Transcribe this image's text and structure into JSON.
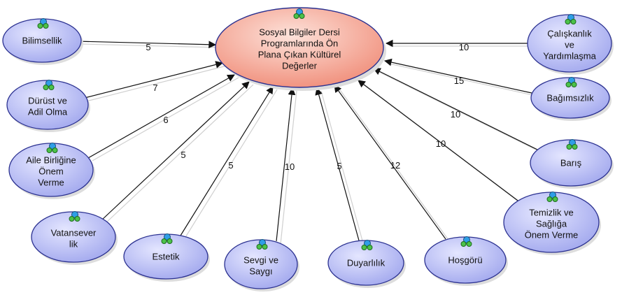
{
  "colors": {
    "node_fill": "#b3b8f2",
    "node_stroke": "#2b3190",
    "center_fill": "#f5a190",
    "center_stroke": "#2b3190",
    "edge": "#111111",
    "shadow": "#d0d0d0"
  },
  "center": {
    "lines": [
      "Sosyal Bilgiler Dersi",
      "Programlarında Ön",
      "Plana Çıkan Kültürel",
      "Değerler"
    ],
    "icon": "network-node-icon"
  },
  "nodes": [
    {
      "id": "bilimsellik",
      "lines": [
        "Bilimsellik"
      ],
      "weight": "5",
      "icon": "network-node-icon"
    },
    {
      "id": "durust",
      "lines": [
        "Dürüst ve",
        "Adil Olma"
      ],
      "weight": "7",
      "icon": "network-node-icon"
    },
    {
      "id": "aile",
      "lines": [
        "Aile Birliğine",
        "Önem",
        "Verme"
      ],
      "weight": "6",
      "icon": "network-node-icon"
    },
    {
      "id": "vatansever",
      "lines": [
        "Vatansever",
        "lik"
      ],
      "weight": "5",
      "icon": "network-node-icon"
    },
    {
      "id": "estetik",
      "lines": [
        "Estetik"
      ],
      "weight": "5",
      "icon": "network-node-icon"
    },
    {
      "id": "sevgi",
      "lines": [
        "Sevgi ve",
        "Saygı"
      ],
      "weight": "10",
      "icon": "network-node-icon"
    },
    {
      "id": "duyarlilik",
      "lines": [
        "Duyarlılık"
      ],
      "weight": "5",
      "icon": "network-node-icon"
    },
    {
      "id": "hosgoru",
      "lines": [
        "Hoşgörü"
      ],
      "weight": "12",
      "icon": "network-node-icon"
    },
    {
      "id": "temizlik",
      "lines": [
        "Temizlik ve",
        "Sağlığa",
        "Önem Verme"
      ],
      "weight": "10",
      "icon": "network-node-icon"
    },
    {
      "id": "baris",
      "lines": [
        "Barış"
      ],
      "weight": "10",
      "icon": "network-node-icon"
    },
    {
      "id": "bagimsizlik",
      "lines": [
        "Bağımsızlık"
      ],
      "weight": "15",
      "icon": "network-node-icon"
    },
    {
      "id": "caliskanlik",
      "lines": [
        "Çalışkanlık",
        "ve",
        "Yardımlaşma"
      ],
      "weight": "10",
      "icon": "network-node-icon"
    }
  ]
}
